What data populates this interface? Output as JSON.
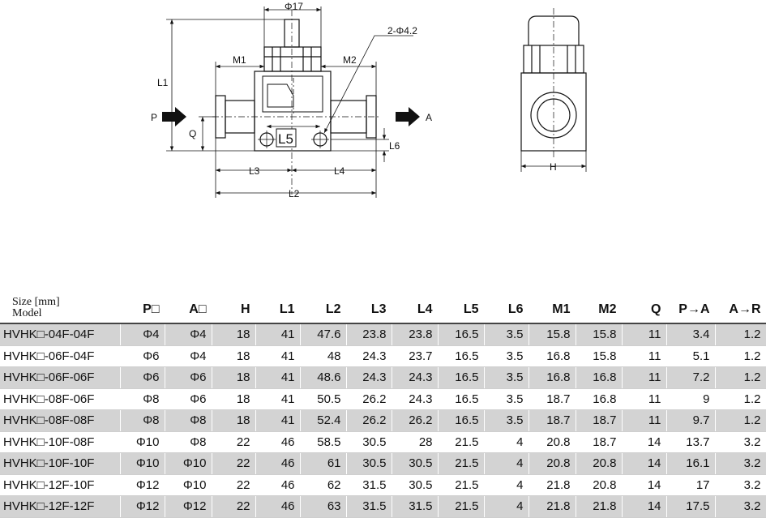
{
  "drawing": {
    "front_labels": {
      "phi17": "Φ17",
      "holes": "2-Φ4.2",
      "m1": "M1",
      "m2": "M2",
      "l1": "L1",
      "p": "P",
      "a": "A",
      "q": "Q",
      "l5": "L5",
      "l6": "L6",
      "l3": "L3",
      "l4": "L4",
      "l2": "L2"
    },
    "side_labels": {
      "h": "H"
    }
  },
  "table": {
    "corner_line1": "Size [mm]",
    "corner_line2": "Model",
    "columns": [
      "P□",
      "A□",
      "H",
      "L1",
      "L2",
      "L3",
      "L4",
      "L5",
      "L6",
      "M1",
      "M2",
      "Q",
      "P→A",
      "A→R"
    ],
    "rows": [
      [
        "HVHK□-04F-04F",
        "Φ4",
        "Φ4",
        "18",
        "41",
        "47.6",
        "23.8",
        "23.8",
        "16.5",
        "3.5",
        "15.8",
        "15.8",
        "11",
        "3.4",
        "1.2"
      ],
      [
        "HVHK□-06F-04F",
        "Φ6",
        "Φ4",
        "18",
        "41",
        "48",
        "24.3",
        "23.7",
        "16.5",
        "3.5",
        "16.8",
        "15.8",
        "11",
        "5.1",
        "1.2"
      ],
      [
        "HVHK□-06F-06F",
        "Φ6",
        "Φ6",
        "18",
        "41",
        "48.6",
        "24.3",
        "24.3",
        "16.5",
        "3.5",
        "16.8",
        "16.8",
        "11",
        "7.2",
        "1.2"
      ],
      [
        "HVHK□-08F-06F",
        "Φ8",
        "Φ6",
        "18",
        "41",
        "50.5",
        "26.2",
        "24.3",
        "16.5",
        "3.5",
        "18.7",
        "16.8",
        "11",
        "9",
        "1.2"
      ],
      [
        "HVHK□-08F-08F",
        "Φ8",
        "Φ8",
        "18",
        "41",
        "52.4",
        "26.2",
        "26.2",
        "16.5",
        "3.5",
        "18.7",
        "18.7",
        "11",
        "9.7",
        "1.2"
      ],
      [
        "HVHK□-10F-08F",
        "Φ10",
        "Φ8",
        "22",
        "46",
        "58.5",
        "30.5",
        "28",
        "21.5",
        "4",
        "20.8",
        "18.7",
        "14",
        "13.7",
        "3.2"
      ],
      [
        "HVHK□-10F-10F",
        "Φ10",
        "Φ10",
        "22",
        "46",
        "61",
        "30.5",
        "30.5",
        "21.5",
        "4",
        "20.8",
        "20.8",
        "14",
        "16.1",
        "3.2"
      ],
      [
        "HVHK□-12F-10F",
        "Φ12",
        "Φ10",
        "22",
        "46",
        "62",
        "31.5",
        "30.5",
        "21.5",
        "4",
        "21.8",
        "20.8",
        "14",
        "17",
        "3.2"
      ],
      [
        "HVHK□-12F-12F",
        "Φ12",
        "Φ12",
        "22",
        "46",
        "63",
        "31.5",
        "31.5",
        "21.5",
        "4",
        "21.8",
        "21.8",
        "14",
        "17.5",
        "3.2"
      ]
    ]
  }
}
